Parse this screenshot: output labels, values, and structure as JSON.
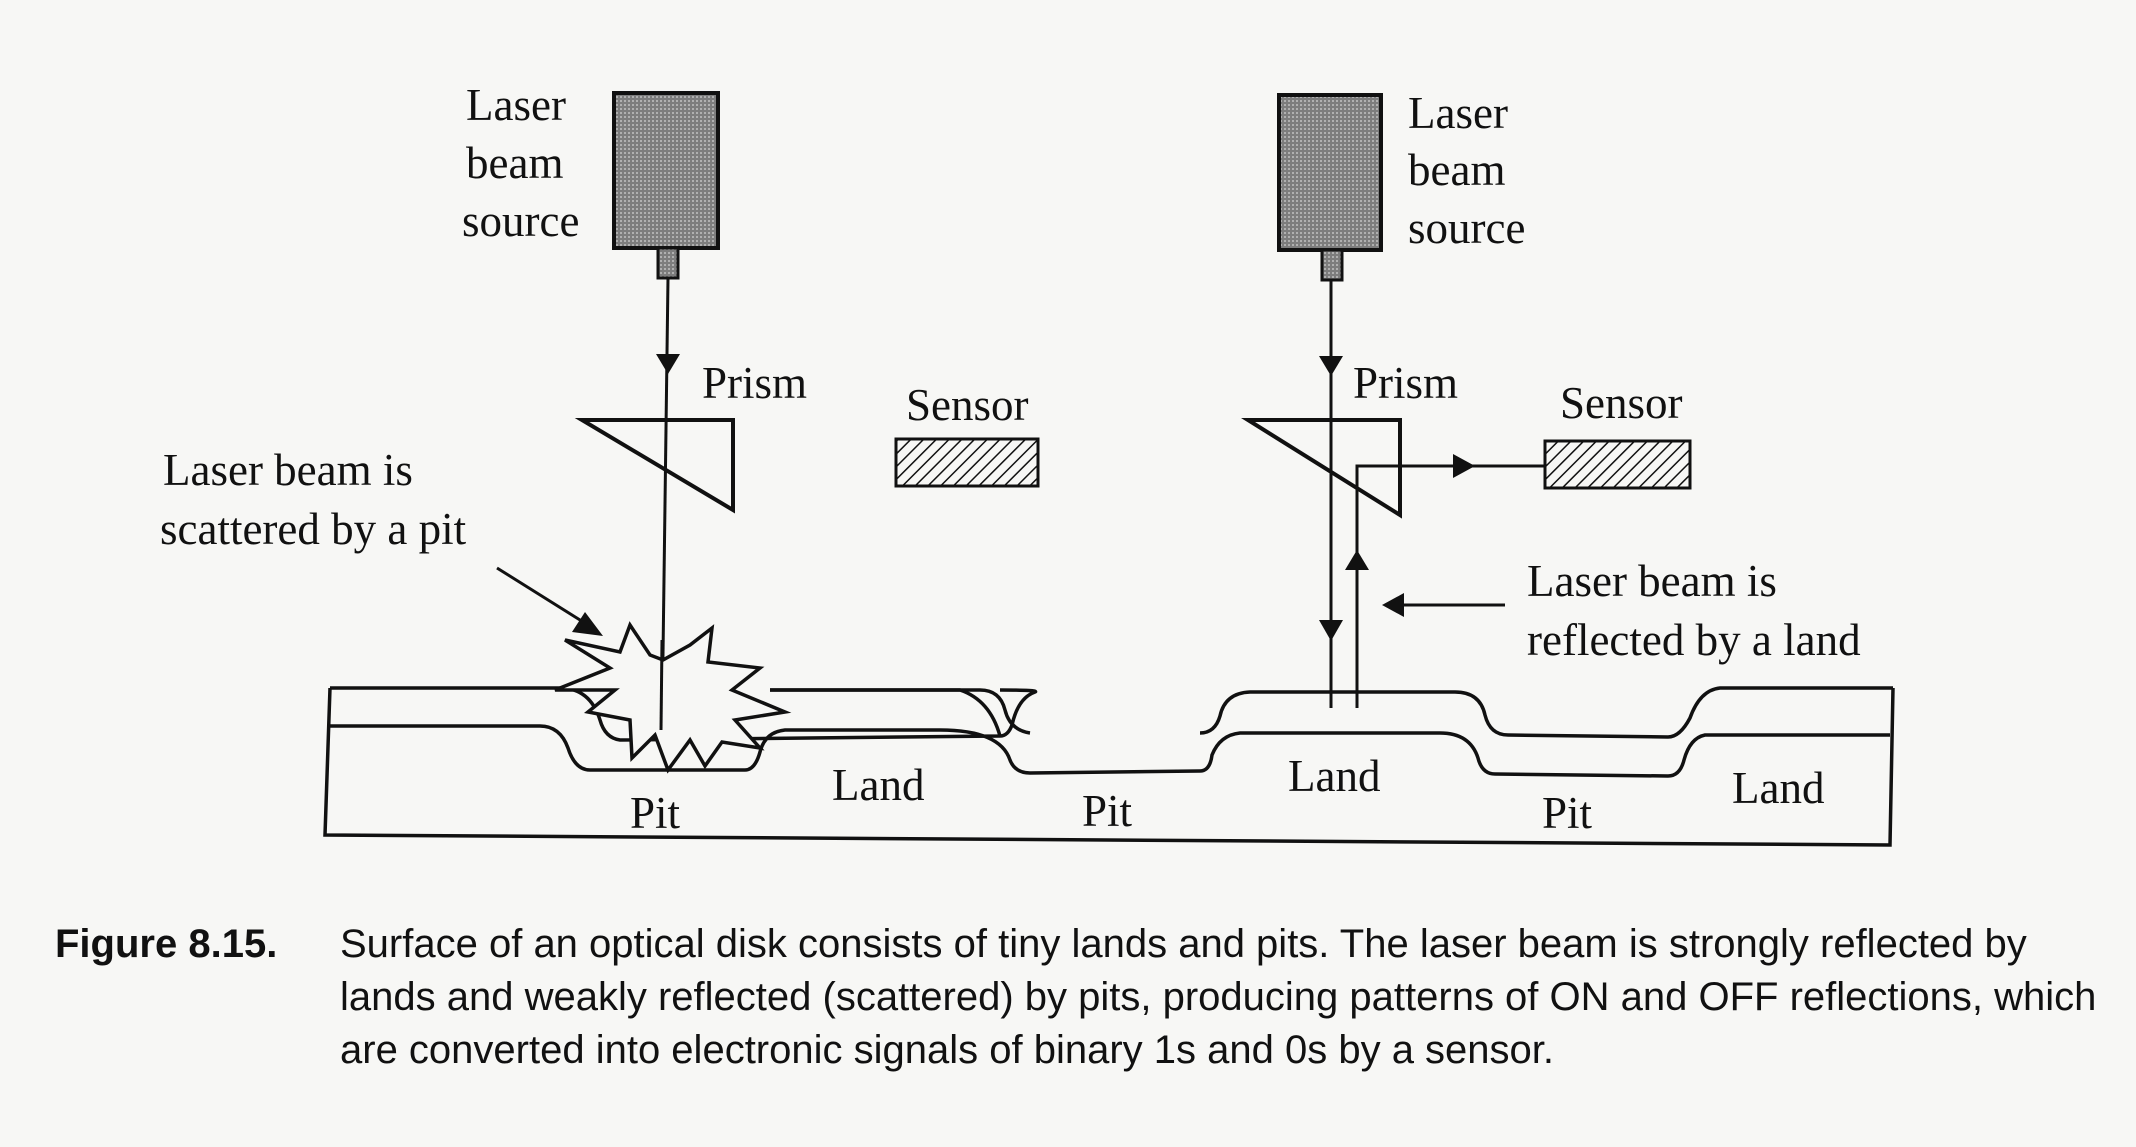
{
  "diagram": {
    "left_source": {
      "line1": "Laser",
      "line2": "beam",
      "line3": "source"
    },
    "right_source": {
      "line1": "Laser",
      "line2": "beam",
      "line3": "source"
    },
    "left_prism": "Prism",
    "right_prism": "Prism",
    "left_sensor": "Sensor",
    "right_sensor": "Sensor",
    "scatter_note": {
      "line1": "Laser beam is",
      "line2": "scattered by a pit"
    },
    "reflect_note": {
      "line1": "Laser beam is",
      "line2": "reflected by a land"
    },
    "surface_labels": [
      "Pit",
      "Land",
      "Pit",
      "Land",
      "Pit",
      "Land"
    ]
  },
  "caption": {
    "number": "Figure 8.15.",
    "text": "Surface of an optical disk consists of tiny lands and pits. The laser beam is strongly reflected by lands and weakly reflected (scattered) by pits, producing patterns of ON and OFF reflections, which are converted into electronic signals of binary 1s and 0s by a sensor."
  },
  "colors": {
    "ink": "#111111",
    "background": "#f7f7f5",
    "source_fill": "#8a8a8a"
  }
}
